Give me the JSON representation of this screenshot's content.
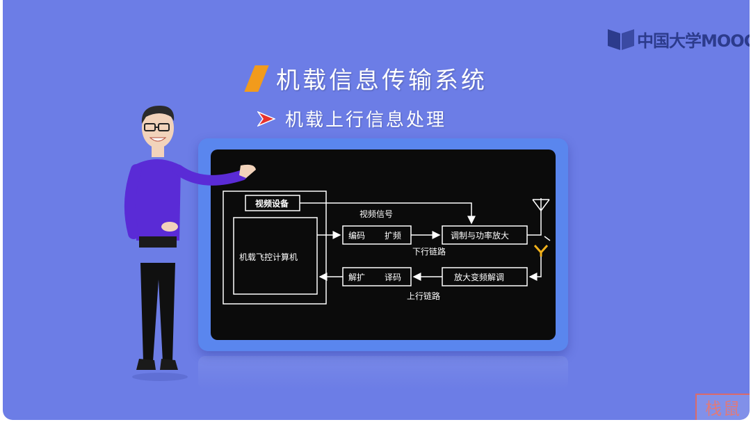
{
  "brand": {
    "logo_text": "中国大学MOOC"
  },
  "slide": {
    "title": "机载信息传输系统",
    "subtitle": "机载上行信息处理"
  },
  "diagram": {
    "video_device": "视频设备",
    "flight_computer": "机载飞控计算机",
    "video_signal": "视频信号",
    "encode": "编码",
    "spread": "扩频",
    "modulate_amplify": "调制与功率放大",
    "downlink": "下行链路",
    "despread": "解扩",
    "decode": "译码",
    "amplify_convert_demod": "放大变频解调",
    "uplink": "上行链路"
  },
  "watermark": {
    "text": "栈鼠"
  },
  "colors": {
    "background": "#6c7de6",
    "accent_orange": "#f29b1c",
    "arrow_red": "#e8322d",
    "board_frame": "#5a86ee",
    "antenna_yellow": "#f3b21b"
  }
}
